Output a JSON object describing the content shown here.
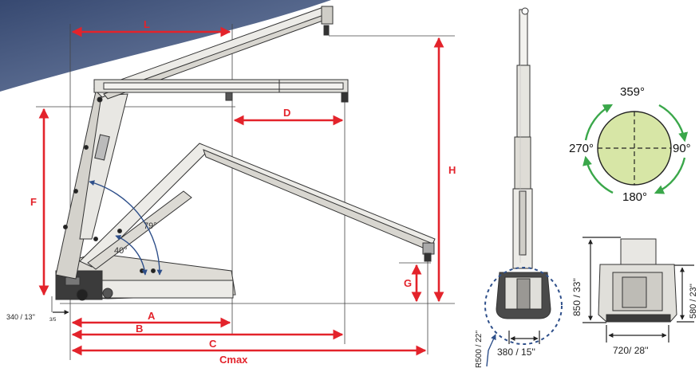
{
  "crane_side": {
    "labels": {
      "L": "L",
      "D": "D",
      "H": "H",
      "F": "F",
      "G": "G",
      "A": "A",
      "B": "B",
      "C": "C",
      "Cmax": "Cmax"
    },
    "base_offset": "340 / 13''",
    "base_offset_fraction": "3/5",
    "angle_large": "79°",
    "angle_small": "40°"
  },
  "front_view": {
    "radius_label": "R500 / 22''",
    "width_label": "380 / 15''"
  },
  "rotation": {
    "top": "359°",
    "left": "270°",
    "right": "90°",
    "bottom": "180°",
    "disc_color": "#d7e6a6",
    "arrow_color": "#3aa74a"
  },
  "base_view": {
    "height_label": "850 / 33''",
    "right_label": "580 / 23''",
    "width_label": "720/ 28''"
  },
  "colors": {
    "dimension_red": "#e3232b",
    "corner_navy": "#3a4f7a",
    "angle_blue": "#2e4f8a"
  }
}
